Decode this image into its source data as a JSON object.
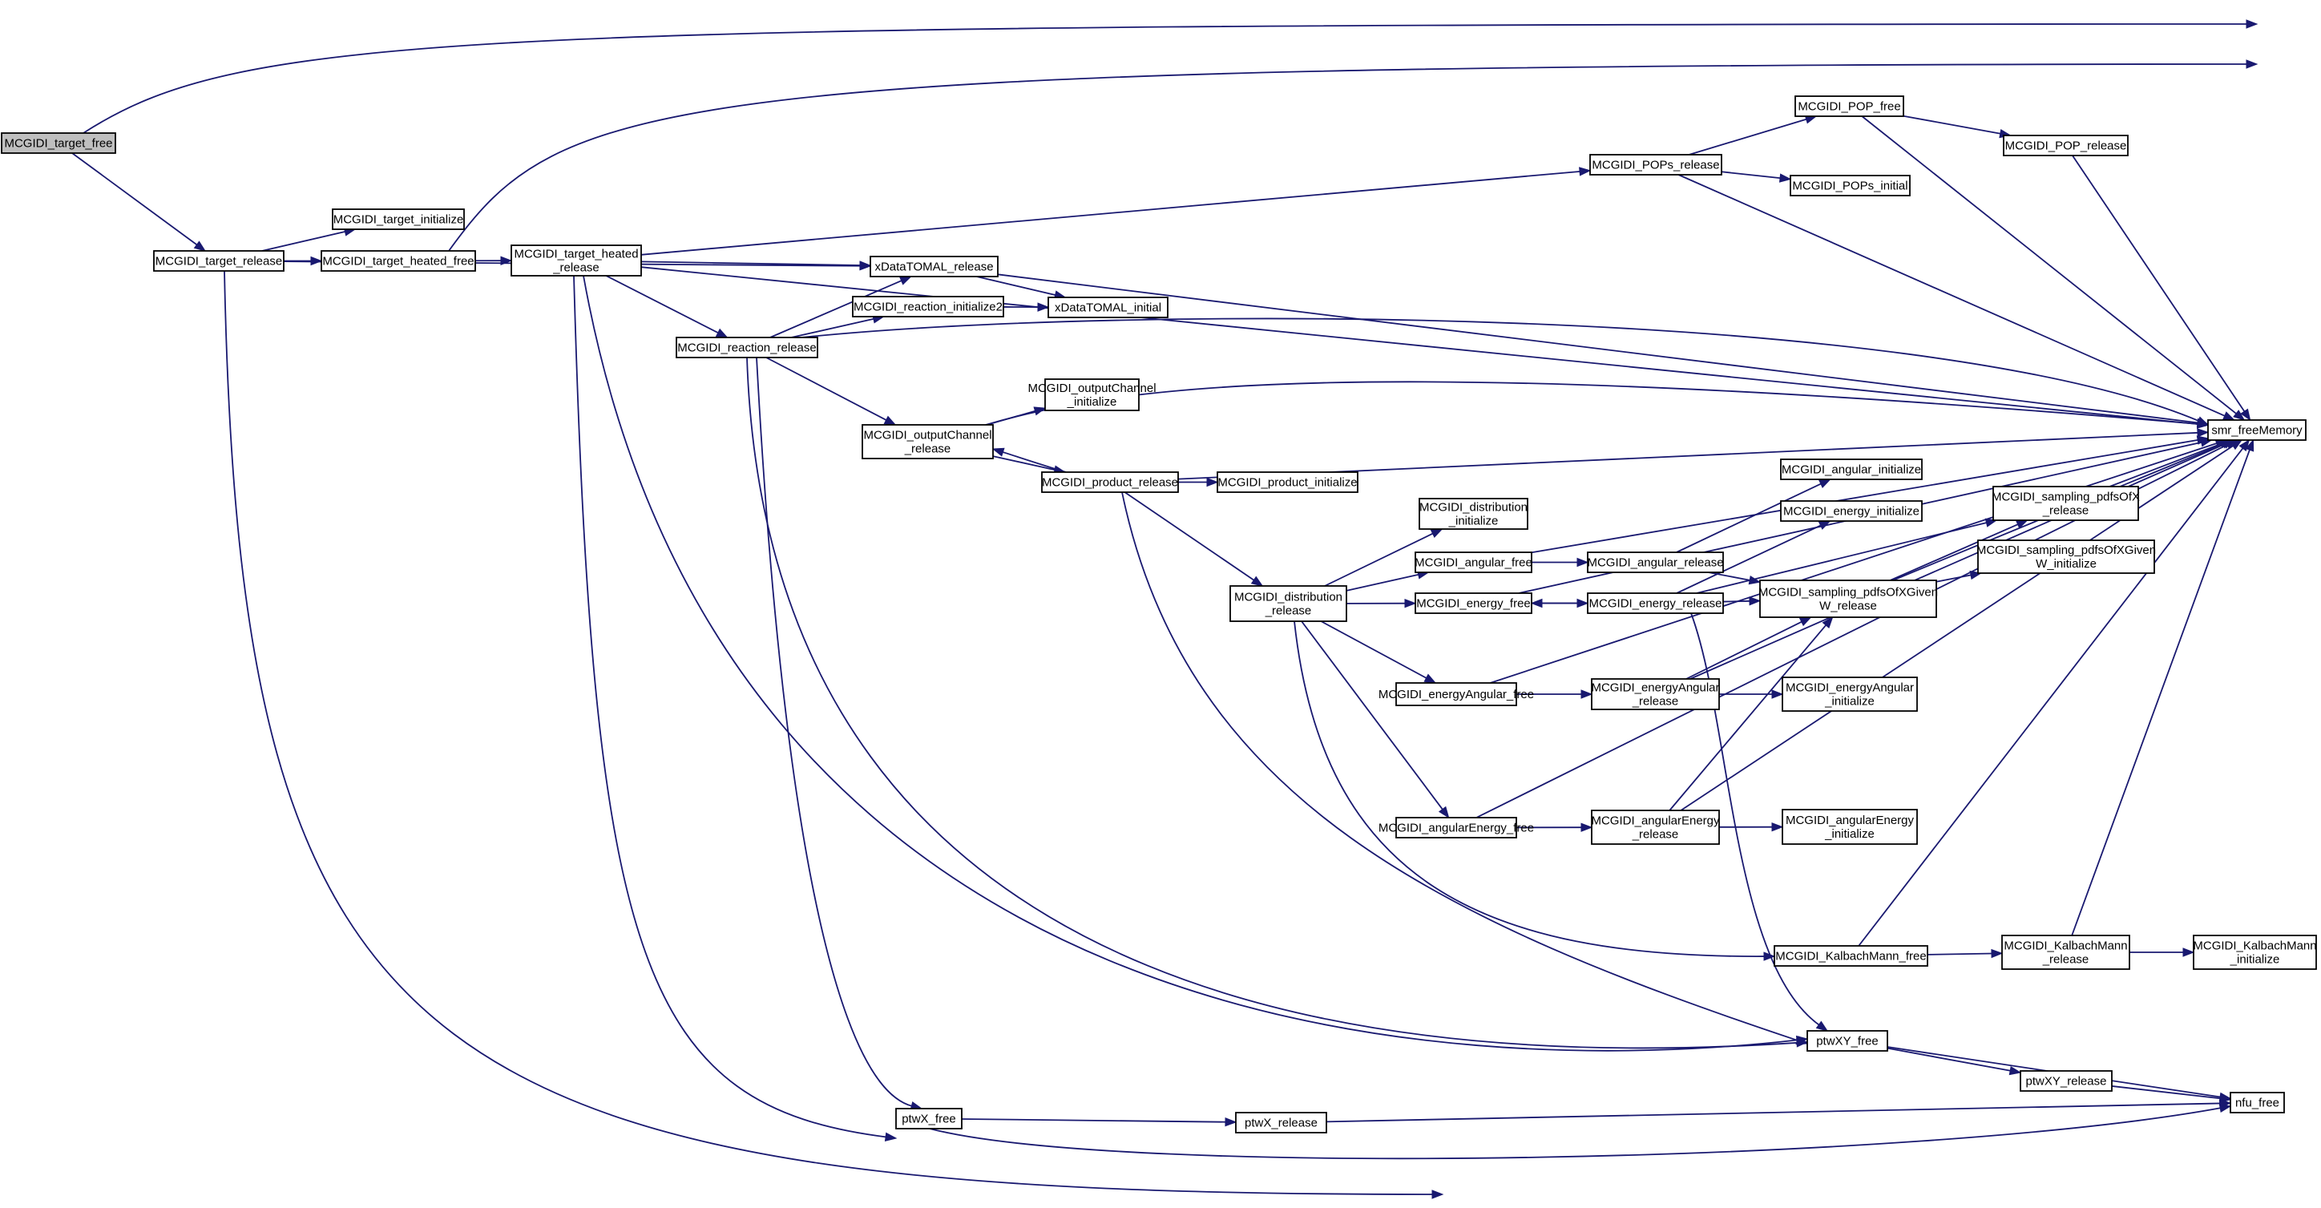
{
  "graph": {
    "nodes": [
      {
        "id": "target_free",
        "lines": [
          "MCGIDI_target_free"
        ],
        "root": true
      },
      {
        "id": "target_release",
        "lines": [
          "MCGIDI_target_release"
        ]
      },
      {
        "id": "target_initialize",
        "lines": [
          "MCGIDI_target_initialize"
        ]
      },
      {
        "id": "target_heated_free",
        "lines": [
          "MCGIDI_target_heated_free"
        ]
      },
      {
        "id": "target_heated_release",
        "lines": [
          "MCGIDI_target_heated",
          "_release"
        ]
      },
      {
        "id": "xDataTOMAL_release",
        "lines": [
          "xDataTOMAL_release"
        ]
      },
      {
        "id": "xDataTOMAL_initial",
        "lines": [
          "xDataTOMAL_initial"
        ]
      },
      {
        "id": "reaction_initialize2",
        "lines": [
          "MCGIDI_reaction_initialize2"
        ]
      },
      {
        "id": "reaction_release",
        "lines": [
          "MCGIDI_reaction_release"
        ]
      },
      {
        "id": "outputChannel_initialize",
        "lines": [
          "MCGIDI_outputChannel",
          "_initialize"
        ]
      },
      {
        "id": "outputChannel_release",
        "lines": [
          "MCGIDI_outputChannel",
          "_release"
        ]
      },
      {
        "id": "product_release",
        "lines": [
          "MCGIDI_product_release"
        ]
      },
      {
        "id": "product_initialize",
        "lines": [
          "MCGIDI_product_initialize"
        ]
      },
      {
        "id": "distribution_initialize",
        "lines": [
          "MCGIDI_distribution",
          "_initialize"
        ]
      },
      {
        "id": "distribution_release",
        "lines": [
          "MCGIDI_distribution",
          "_release"
        ]
      },
      {
        "id": "angular_free",
        "lines": [
          "MCGIDI_angular_free"
        ]
      },
      {
        "id": "angular_release",
        "lines": [
          "MCGIDI_angular_release"
        ]
      },
      {
        "id": "angular_initialize",
        "lines": [
          "MCGIDI_angular_initialize"
        ]
      },
      {
        "id": "energy_free",
        "lines": [
          "MCGIDI_energy_free"
        ]
      },
      {
        "id": "energy_release",
        "lines": [
          "MCGIDI_energy_release"
        ]
      },
      {
        "id": "energy_initialize",
        "lines": [
          "MCGIDI_energy_initialize"
        ]
      },
      {
        "id": "sampling_pdfsOfXGivenW_release",
        "lines": [
          "MCGIDI_sampling_pdfsOfXGiven",
          "W_release"
        ]
      },
      {
        "id": "sampling_pdfsOfX_release",
        "lines": [
          "MCGIDI_sampling_pdfsOfX",
          "_release"
        ]
      },
      {
        "id": "sampling_pdfsOfXGivenW_initialize",
        "lines": [
          "MCGIDI_sampling_pdfsOfXGiven",
          "W_initialize"
        ]
      },
      {
        "id": "energyAngular_free",
        "lines": [
          "MCGIDI_energyAngular_free"
        ]
      },
      {
        "id": "energyAngular_release",
        "lines": [
          "MCGIDI_energyAngular",
          "_release"
        ]
      },
      {
        "id": "energyAngular_initialize",
        "lines": [
          "MCGIDI_energyAngular",
          "_initialize"
        ]
      },
      {
        "id": "angularEnergy_free",
        "lines": [
          "MCGIDI_angularEnergy_free"
        ]
      },
      {
        "id": "angularEnergy_release",
        "lines": [
          "MCGIDI_angularEnergy",
          "_release"
        ]
      },
      {
        "id": "angularEnergy_initialize",
        "lines": [
          "MCGIDI_angularEnergy",
          "_initialize"
        ]
      },
      {
        "id": "KalbachMann_free",
        "lines": [
          "MCGIDI_KalbachMann_free"
        ]
      },
      {
        "id": "KalbachMann_release",
        "lines": [
          "MCGIDI_KalbachMann",
          "_release"
        ]
      },
      {
        "id": "KalbachMann_initialize",
        "lines": [
          "MCGIDI_KalbachMann",
          "_initialize"
        ]
      },
      {
        "id": "POPs_release",
        "lines": [
          "MCGIDI_POPs_release"
        ]
      },
      {
        "id": "POP_free",
        "lines": [
          "MCGIDI_POP_free"
        ]
      },
      {
        "id": "POP_release",
        "lines": [
          "MCGIDI_POP_release"
        ]
      },
      {
        "id": "POPs_initial",
        "lines": [
          "MCGIDI_POPs_initial"
        ]
      },
      {
        "id": "smr_freeMemory",
        "lines": [
          "smr_freeMemory"
        ]
      },
      {
        "id": "ptwXY_free",
        "lines": [
          "ptwXY_free"
        ]
      },
      {
        "id": "ptwXY_release",
        "lines": [
          "ptwXY_release"
        ]
      },
      {
        "id": "nfu_free",
        "lines": [
          "nfu_free"
        ]
      },
      {
        "id": "ptwX_free",
        "lines": [
          "ptwX_free"
        ]
      },
      {
        "id": "ptwX_release",
        "lines": [
          "ptwX_release"
        ]
      }
    ],
    "edges": [
      [
        "target_free",
        "target_release"
      ],
      [
        "target_free",
        "smr_freeMemory"
      ],
      [
        "target_release",
        "target_initialize"
      ],
      [
        "target_release",
        "target_heated_free"
      ],
      [
        "target_release",
        "xDataTOMAL_release"
      ],
      [
        "target_release",
        "nfu_free"
      ],
      [
        "target_heated_free",
        "target_heated_release"
      ],
      [
        "target_heated_free",
        "smr_freeMemory"
      ],
      [
        "target_heated_release",
        "POPs_release"
      ],
      [
        "target_heated_release",
        "xDataTOMAL_release"
      ],
      [
        "target_heated_release",
        "reaction_release"
      ],
      [
        "target_heated_release",
        "smr_freeMemory"
      ],
      [
        "target_heated_release",
        "ptwXY_free"
      ],
      [
        "target_heated_release",
        "ptwX_free"
      ],
      [
        "xDataTOMAL_release",
        "xDataTOMAL_initial"
      ],
      [
        "xDataTOMAL_release",
        "smr_freeMemory"
      ],
      [
        "reaction_release",
        "xDataTOMAL_release"
      ],
      [
        "reaction_release",
        "reaction_initialize2"
      ],
      [
        "reaction_release",
        "outputChannel_release"
      ],
      [
        "reaction_release",
        "smr_freeMemory"
      ],
      [
        "reaction_release",
        "ptwXY_free"
      ],
      [
        "reaction_release",
        "ptwX_free"
      ],
      [
        "reaction_initialize2",
        "xDataTOMAL_initial"
      ],
      [
        "outputChannel_release",
        "outputChannel_initialize"
      ],
      [
        "outputChannel_release",
        "product_release"
      ],
      [
        "outputChannel_release",
        "smr_freeMemory"
      ],
      [
        "product_release",
        "outputChannel_release"
      ],
      [
        "product_release",
        "product_initialize"
      ],
      [
        "product_release",
        "distribution_release"
      ],
      [
        "product_release",
        "smr_freeMemory"
      ],
      [
        "product_release",
        "ptwXY_free"
      ],
      [
        "distribution_release",
        "distribution_initialize"
      ],
      [
        "distribution_release",
        "angular_free"
      ],
      [
        "distribution_release",
        "energy_free"
      ],
      [
        "distribution_release",
        "energyAngular_free"
      ],
      [
        "distribution_release",
        "angularEnergy_free"
      ],
      [
        "distribution_release",
        "KalbachMann_free"
      ],
      [
        "angular_free",
        "angular_release"
      ],
      [
        "angular_free",
        "smr_freeMemory"
      ],
      [
        "angular_release",
        "angular_initialize"
      ],
      [
        "angular_release",
        "sampling_pdfsOfXGivenW_release"
      ],
      [
        "energy_free",
        "energy_release"
      ],
      [
        "energy_free",
        "smr_freeMemory"
      ],
      [
        "energy_release",
        "energy_free"
      ],
      [
        "energy_release",
        "energy_initialize"
      ],
      [
        "energy_release",
        "sampling_pdfsOfXGivenW_release"
      ],
      [
        "energy_release",
        "sampling_pdfsOfX_release"
      ],
      [
        "energy_release",
        "ptwXY_free"
      ],
      [
        "sampling_pdfsOfXGivenW_release",
        "sampling_pdfsOfX_release"
      ],
      [
        "sampling_pdfsOfXGivenW_release",
        "sampling_pdfsOfXGivenW_initialize"
      ],
      [
        "sampling_pdfsOfXGivenW_release",
        "smr_freeMemory"
      ],
      [
        "sampling_pdfsOfX_release",
        "smr_freeMemory"
      ],
      [
        "energyAngular_free",
        "energyAngular_release"
      ],
      [
        "energyAngular_free",
        "smr_freeMemory"
      ],
      [
        "energyAngular_release",
        "sampling_pdfsOfXGivenW_release"
      ],
      [
        "energyAngular_release",
        "energyAngular_initialize"
      ],
      [
        "energyAngular_release",
        "smr_freeMemory"
      ],
      [
        "angularEnergy_free",
        "angularEnergy_release"
      ],
      [
        "angularEnergy_free",
        "smr_freeMemory"
      ],
      [
        "angularEnergy_release",
        "sampling_pdfsOfXGivenW_release"
      ],
      [
        "angularEnergy_release",
        "angularEnergy_initialize"
      ],
      [
        "angularEnergy_release",
        "smr_freeMemory"
      ],
      [
        "KalbachMann_free",
        "KalbachMann_release"
      ],
      [
        "KalbachMann_free",
        "smr_freeMemory"
      ],
      [
        "KalbachMann_release",
        "KalbachMann_initialize"
      ],
      [
        "KalbachMann_release",
        "smr_freeMemory"
      ],
      [
        "POPs_release",
        "POP_free"
      ],
      [
        "POPs_release",
        "POPs_initial"
      ],
      [
        "POPs_release",
        "smr_freeMemory"
      ],
      [
        "POP_free",
        "POP_release"
      ],
      [
        "POP_free",
        "smr_freeMemory"
      ],
      [
        "POP_release",
        "smr_freeMemory"
      ],
      [
        "ptwXY_free",
        "ptwXY_release"
      ],
      [
        "ptwXY_free",
        "nfu_free"
      ],
      [
        "ptwXY_release",
        "nfu_free"
      ],
      [
        "ptwX_free",
        "ptwX_release"
      ],
      [
        "ptwX_free",
        "nfu_free"
      ],
      [
        "ptwX_release",
        "nfu_free"
      ]
    ]
  }
}
